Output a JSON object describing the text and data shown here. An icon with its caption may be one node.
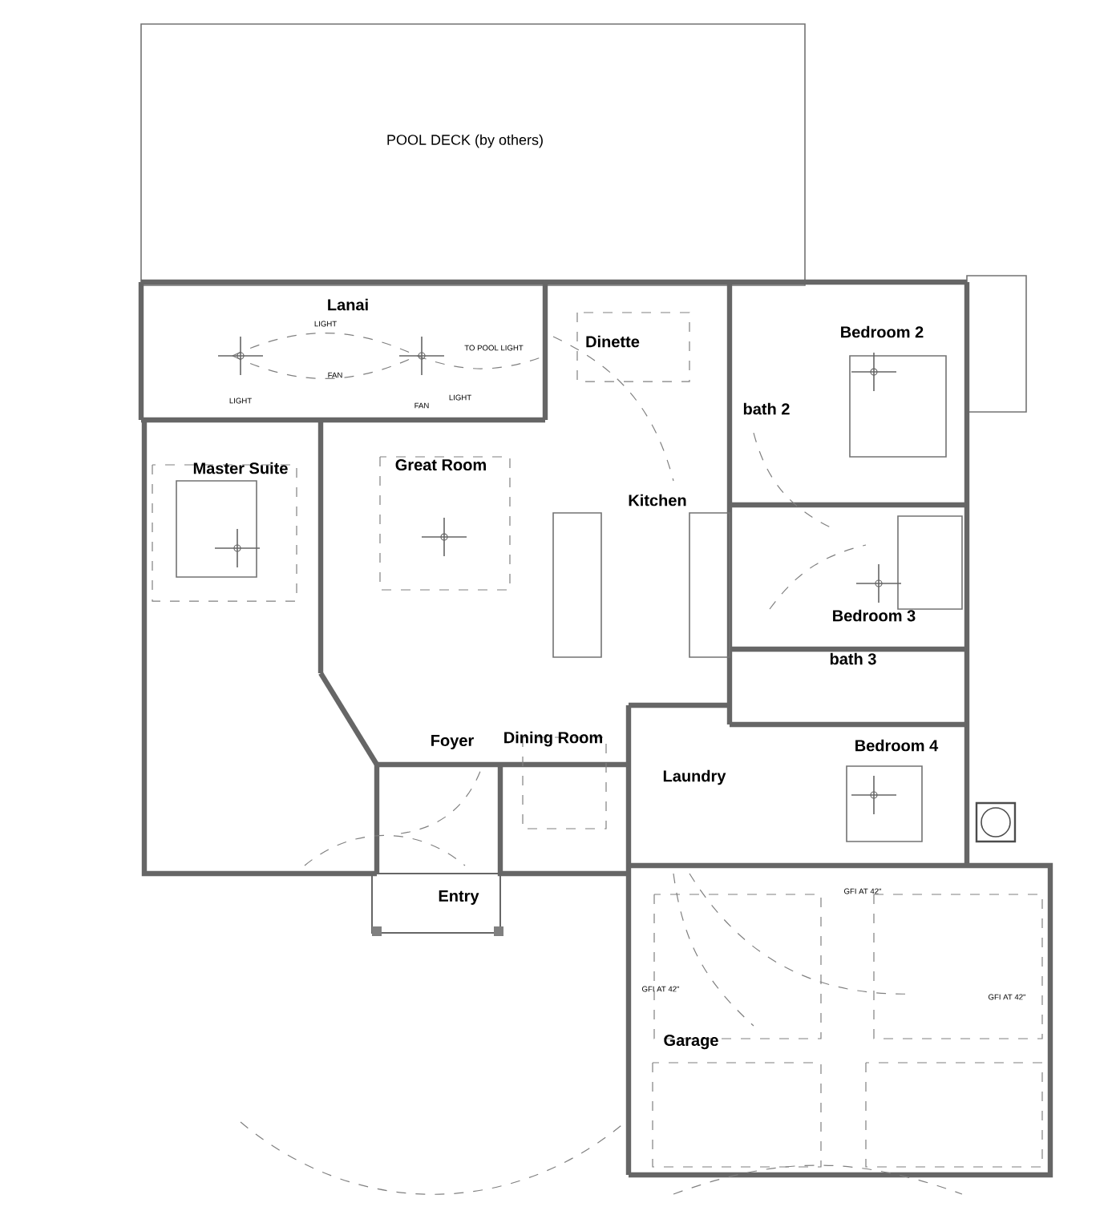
{
  "diagram": {
    "labels": [
      "POOL DECK (by others)",
      "Lanai",
      "LIGHT",
      "Bedroom 2",
      "Dinette",
      "TO POOL LIGHT",
      "FAN",
      "LIGHT",
      "LIGHT",
      "FAN",
      "bath 2",
      "Great Room",
      "Master Suite",
      "Kitchen",
      "Bedroom 3",
      "bath 3",
      "Dining Room",
      "Foyer",
      "Bedroom 4",
      "Laundry",
      "GFI AT 42\"",
      "Entry",
      "GFI AT 42\"",
      "GFI AT 42\"",
      "Garage"
    ]
  }
}
